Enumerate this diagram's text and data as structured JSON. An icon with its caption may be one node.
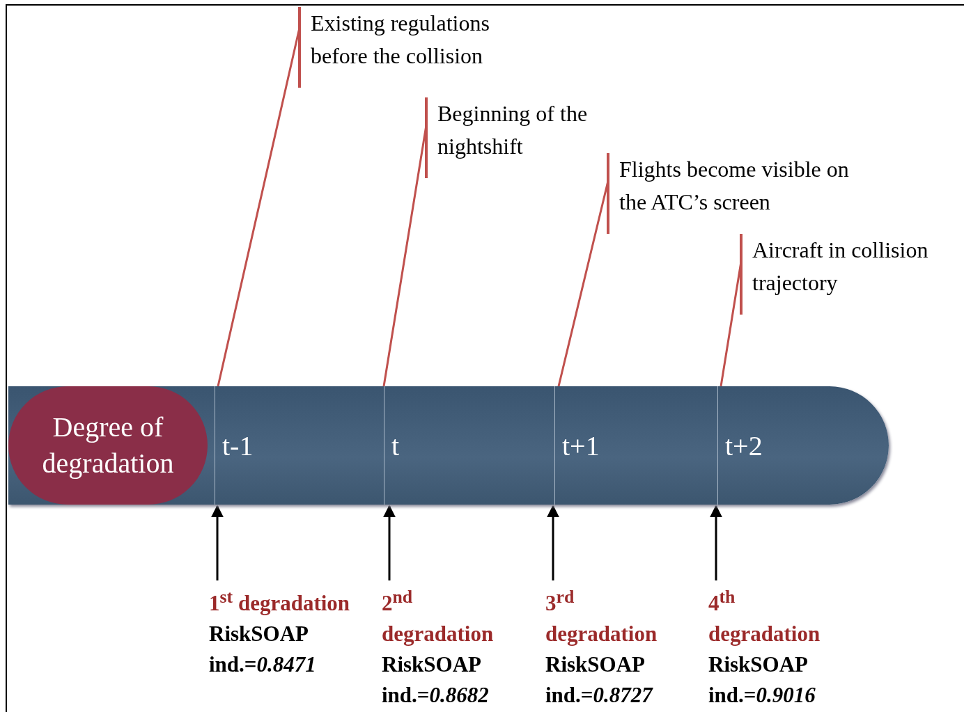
{
  "diagram": {
    "nodes": [
      {
        "text": [],
        "shape": "bar"
      },
      {
        "text": [
          "Degree of degradation"
        ],
        "in": 0
      },
      {
        "text": [
          "t-1"
        ],
        "in": 0
      },
      {
        "text": [
          "t"
        ],
        "in": 0
      },
      {
        "text": [
          "t+1"
        ],
        "in": 0
      },
      {
        "text": [
          "t+2"
        ],
        "in": 0
      },
      {
        "text": [
          "Existing regulations before the collision"
        ]
      },
      {
        "text": [
          "Beginning of the nightshift"
        ]
      },
      {
        "text": [
          "Flights become visible on the ATC’s screen"
        ]
      },
      {
        "text": [
          "Aircraft in collision trajectory"
        ]
      },
      {
        "text": [
          "1$^{st}$ degradation",
          "RiskSOAP ind.=*0.8471*"
        ]
      },
      {
        "text": [
          "2$^{nd}$ degradation",
          "RiskSOAP ind.=*0.8682*"
        ]
      },
      {
        "text": [
          "3$^{rd}$ degradation",
          "RiskSOAP ind.=*0.8727*"
        ]
      },
      {
        "text": [
          "4$^{th}$ degradation",
          "RiskSOAP ind.=*0.9016*"
        ]
      }
    ],
    "edges": [
      {
        "from": 6,
        "to": 2,
        "arrow": "none",
        "color": "#c0504d"
      },
      {
        "from": 7,
        "to": 3,
        "arrow": "none",
        "color": "#c0504d"
      },
      {
        "from": 8,
        "to": 4,
        "arrow": "none",
        "color": "#c0504d"
      },
      {
        "from": 9,
        "to": 5,
        "arrow": "none",
        "color": "#c0504d"
      },
      {
        "from": 10,
        "to": 2,
        "arrow": "to",
        "color": "#000000"
      },
      {
        "from": 11,
        "to": 3,
        "arrow": "to",
        "color": "#000000"
      },
      {
        "from": 12,
        "to": 4,
        "arrow": "to",
        "color": "#000000"
      },
      {
        "from": 13,
        "to": 5,
        "arrow": "to",
        "color": "#000000"
      }
    ]
  }
}
